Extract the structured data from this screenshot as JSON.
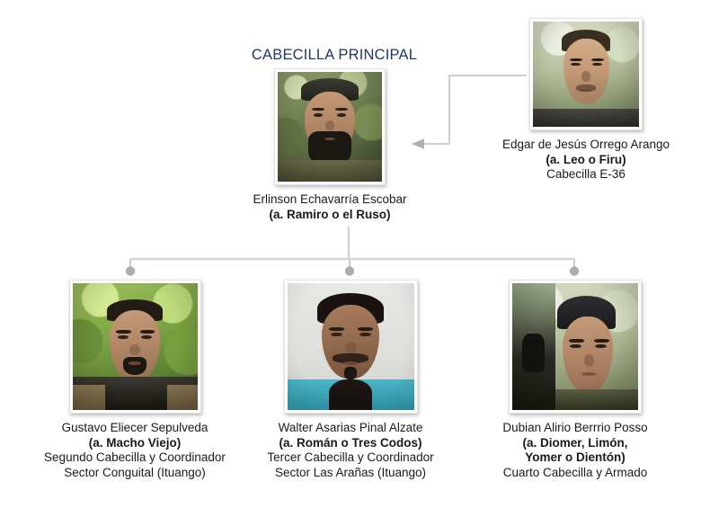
{
  "chart": {
    "type": "organizational-hierarchy",
    "title": "CABECILLA PRINCIPAL",
    "title_color": "#1F3864",
    "background_color": "#FFFFFF",
    "connector_color": "#BFBFBF",
    "nodes": [
      {
        "id": "principal",
        "role_title": "CABECILLA PRINCIPAL",
        "name": "Erlinson Echavarría Escobar",
        "alias": "(a. Ramiro o el Ruso)",
        "line3": "",
        "line4": "",
        "photo_name": "portrait-erlinson-echavarria-escobar",
        "level": 1
      },
      {
        "id": "e36",
        "name": "Edgar de Jesús Orrego Arango",
        "alias": "(a. Leo o Firu)",
        "line3": "Cabecilla E-36",
        "line4": "",
        "photo_name": "portrait-edgar-orrego-arango",
        "level": 0
      },
      {
        "id": "second",
        "name": "Gustavo Eliecer Sepulveda",
        "alias": "(a. Macho Viejo)",
        "line3": "Segundo Cabecilla y Coordinador",
        "line4": "Sector Conguital (Ituango)",
        "photo_name": "portrait-gustavo-sepulveda",
        "level": 2
      },
      {
        "id": "third",
        "name": "Walter Asarias Pinal Alzate",
        "alias": "(a. Román o Tres Codos)",
        "line3": "Tercer Cabecilla y Coordinador",
        "line4": "Sector Las Arañas (Ituango)",
        "photo_name": "portrait-walter-pinal-alzate",
        "level": 2
      },
      {
        "id": "fourth",
        "name": "Dubian Alirio Berrrio Posso",
        "alias": "(a. Diomer, Limón,",
        "alias2": "Yomer o Dientón)",
        "line3": "Cuarto Cabecilla y Armado",
        "line4": "",
        "photo_name": "portrait-dubian-berrrio-posso",
        "level": 2
      }
    ],
    "connections": [
      {
        "from": "e36",
        "to": "principal",
        "style": "elbow-arrow"
      },
      {
        "from": "principal",
        "to": "second",
        "style": "tree-stem-dot"
      },
      {
        "from": "principal",
        "to": "third",
        "style": "tree-stem-dot"
      },
      {
        "from": "principal",
        "to": "fourth",
        "style": "tree-stem-dot"
      }
    ]
  }
}
